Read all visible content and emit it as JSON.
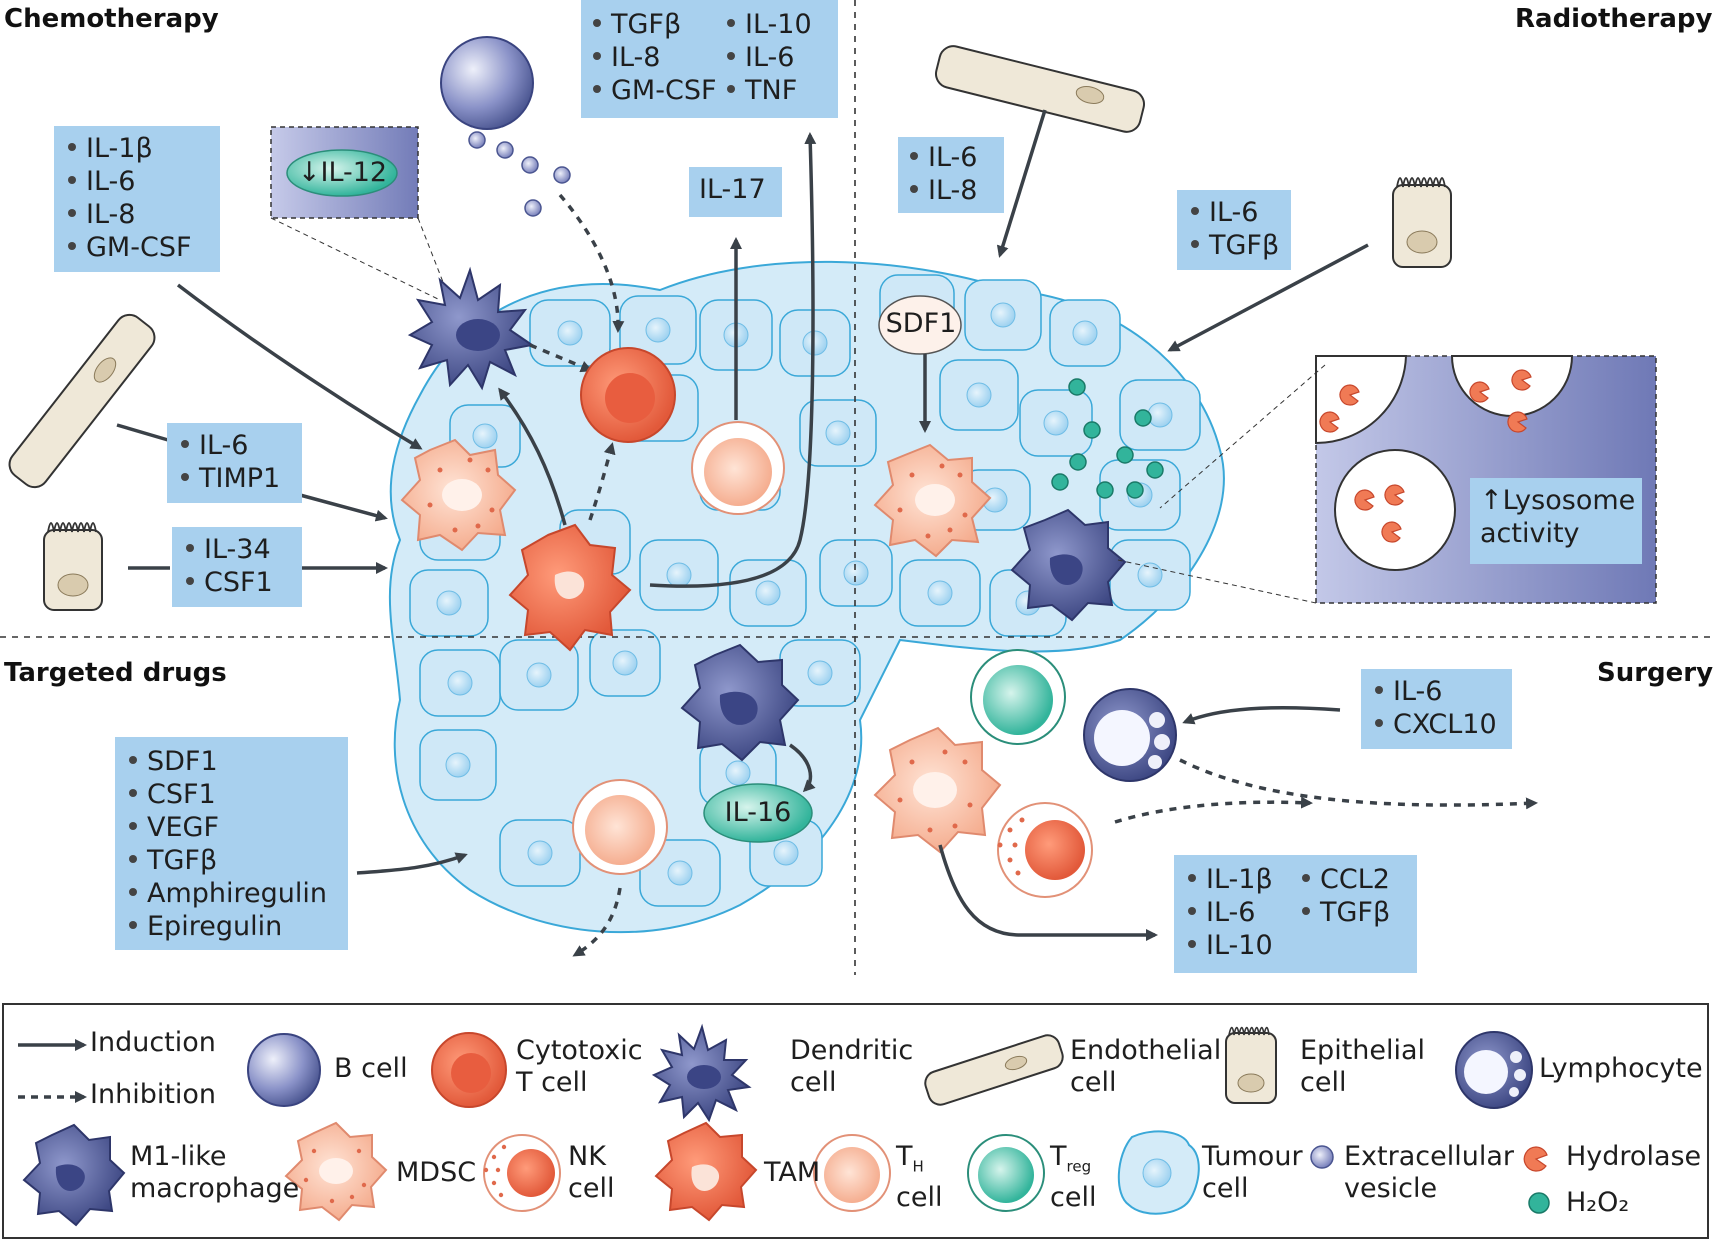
{
  "quadrants": {
    "chemotherapy": "Chemotherapy",
    "radiotherapy": "Radiotherapy",
    "targeted_drugs": "Targeted drugs",
    "surgery": "Surgery"
  },
  "chemo": {
    "box_a": [
      "IL-1β",
      "IL-6",
      "IL-8",
      "GM-CSF"
    ],
    "box_b": [
      "IL-6",
      "TIMP1"
    ],
    "box_c": [
      "IL-34",
      "CSF1"
    ],
    "il12": "↓IL-12",
    "box_top_left": [
      "TGFβ",
      "IL-8",
      "GM-CSF"
    ],
    "box_top_right": [
      "IL-10",
      "IL-6",
      "TNF"
    ],
    "il17": "IL-17"
  },
  "radio": {
    "box_a": [
      "IL-6",
      "IL-8"
    ],
    "box_b": [
      "IL-6",
      "TGFβ"
    ],
    "sdf1": "SDF1",
    "lysosome": "↑Lysosome activity"
  },
  "targeted": {
    "box": [
      "SDF1",
      "CSF1",
      "VEGF",
      "TGFβ",
      "Amphiregulin",
      "Epiregulin"
    ],
    "il16": "IL-16"
  },
  "surgery": {
    "box_a": [
      "IL-6",
      "CXCL10"
    ],
    "box_b_left": [
      "IL-1β",
      "IL-6",
      "IL-10"
    ],
    "box_b_right": [
      "CCL2",
      "TGFβ"
    ]
  },
  "legend": {
    "induction": "Induction",
    "inhibition": "Inhibition",
    "b_cell": "B cell",
    "cytotoxic_t_cell": "Cytotoxic T cell",
    "dendritic_cell": "Dendritic cell",
    "endothelial_cell": "Endothelial cell",
    "epithelial_cell": "Epithelial cell",
    "lymphocyte": "Lymphocyte",
    "m1_macrophage": "M1-like macrophage",
    "mdsc": "MDSC",
    "nk_cell": "NK cell",
    "tam": "TAM",
    "th_cell_main": "T",
    "th_cell_sub": "H",
    "th_cell_suffix": "cell",
    "treg_cell_main": "T",
    "treg_cell_sub": "reg",
    "treg_cell_suffix": "cell",
    "tumour_cell": "Tumour cell",
    "extracellular_vesicle": "Extracellular vesicle",
    "hydrolase": "Hydrolase",
    "h2o2": "H₂O₂"
  },
  "colors": {
    "box_blue": "#a8d0ee",
    "tumour_fill": "#d4ebf8",
    "tumour_stroke": "#3aa8d8",
    "arrow": "#3a4148",
    "dark_blue": "#4a5590",
    "orange": "#f07a55",
    "peach": "#f7c4ae",
    "teal": "#3cbaa3"
  }
}
